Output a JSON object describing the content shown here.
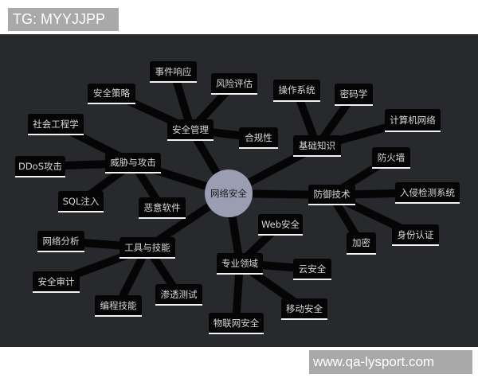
{
  "watermarks": {
    "top": "TG: MYYJJPP",
    "bottom": "www.qa-lysport.com"
  },
  "colors": {
    "background": "#28292c",
    "node_fill": "#050505",
    "node_text": "#d8d8d8",
    "node_underline": "#f2f2f2",
    "center_fill": "#9b9eb3",
    "edge": "#050505"
  },
  "mindmap": {
    "center": {
      "label": "网络安全"
    },
    "branches": [
      {
        "label": "安全管理",
        "children": [
          "安全策略",
          "事件响应",
          "风险评估",
          "合规性"
        ]
      },
      {
        "label": "基础知识",
        "children": [
          "操作系统",
          "密码学",
          "计算机网络"
        ]
      },
      {
        "label": "威胁与攻击",
        "children": [
          "社会工程学",
          "DDoS攻击",
          "SQL注入",
          "恶意软件"
        ]
      },
      {
        "label": "防御技术",
        "children": [
          "防火墙",
          "入侵检测系统",
          "身份认证",
          "加密"
        ]
      },
      {
        "label": "工具与技能",
        "children": [
          "网络分析",
          "安全审计",
          "编程技能",
          "渗透测试"
        ]
      },
      {
        "label": "专业领域",
        "children": [
          "Web安全",
          "云安全",
          "移动安全",
          "物联网安全"
        ]
      }
    ]
  }
}
